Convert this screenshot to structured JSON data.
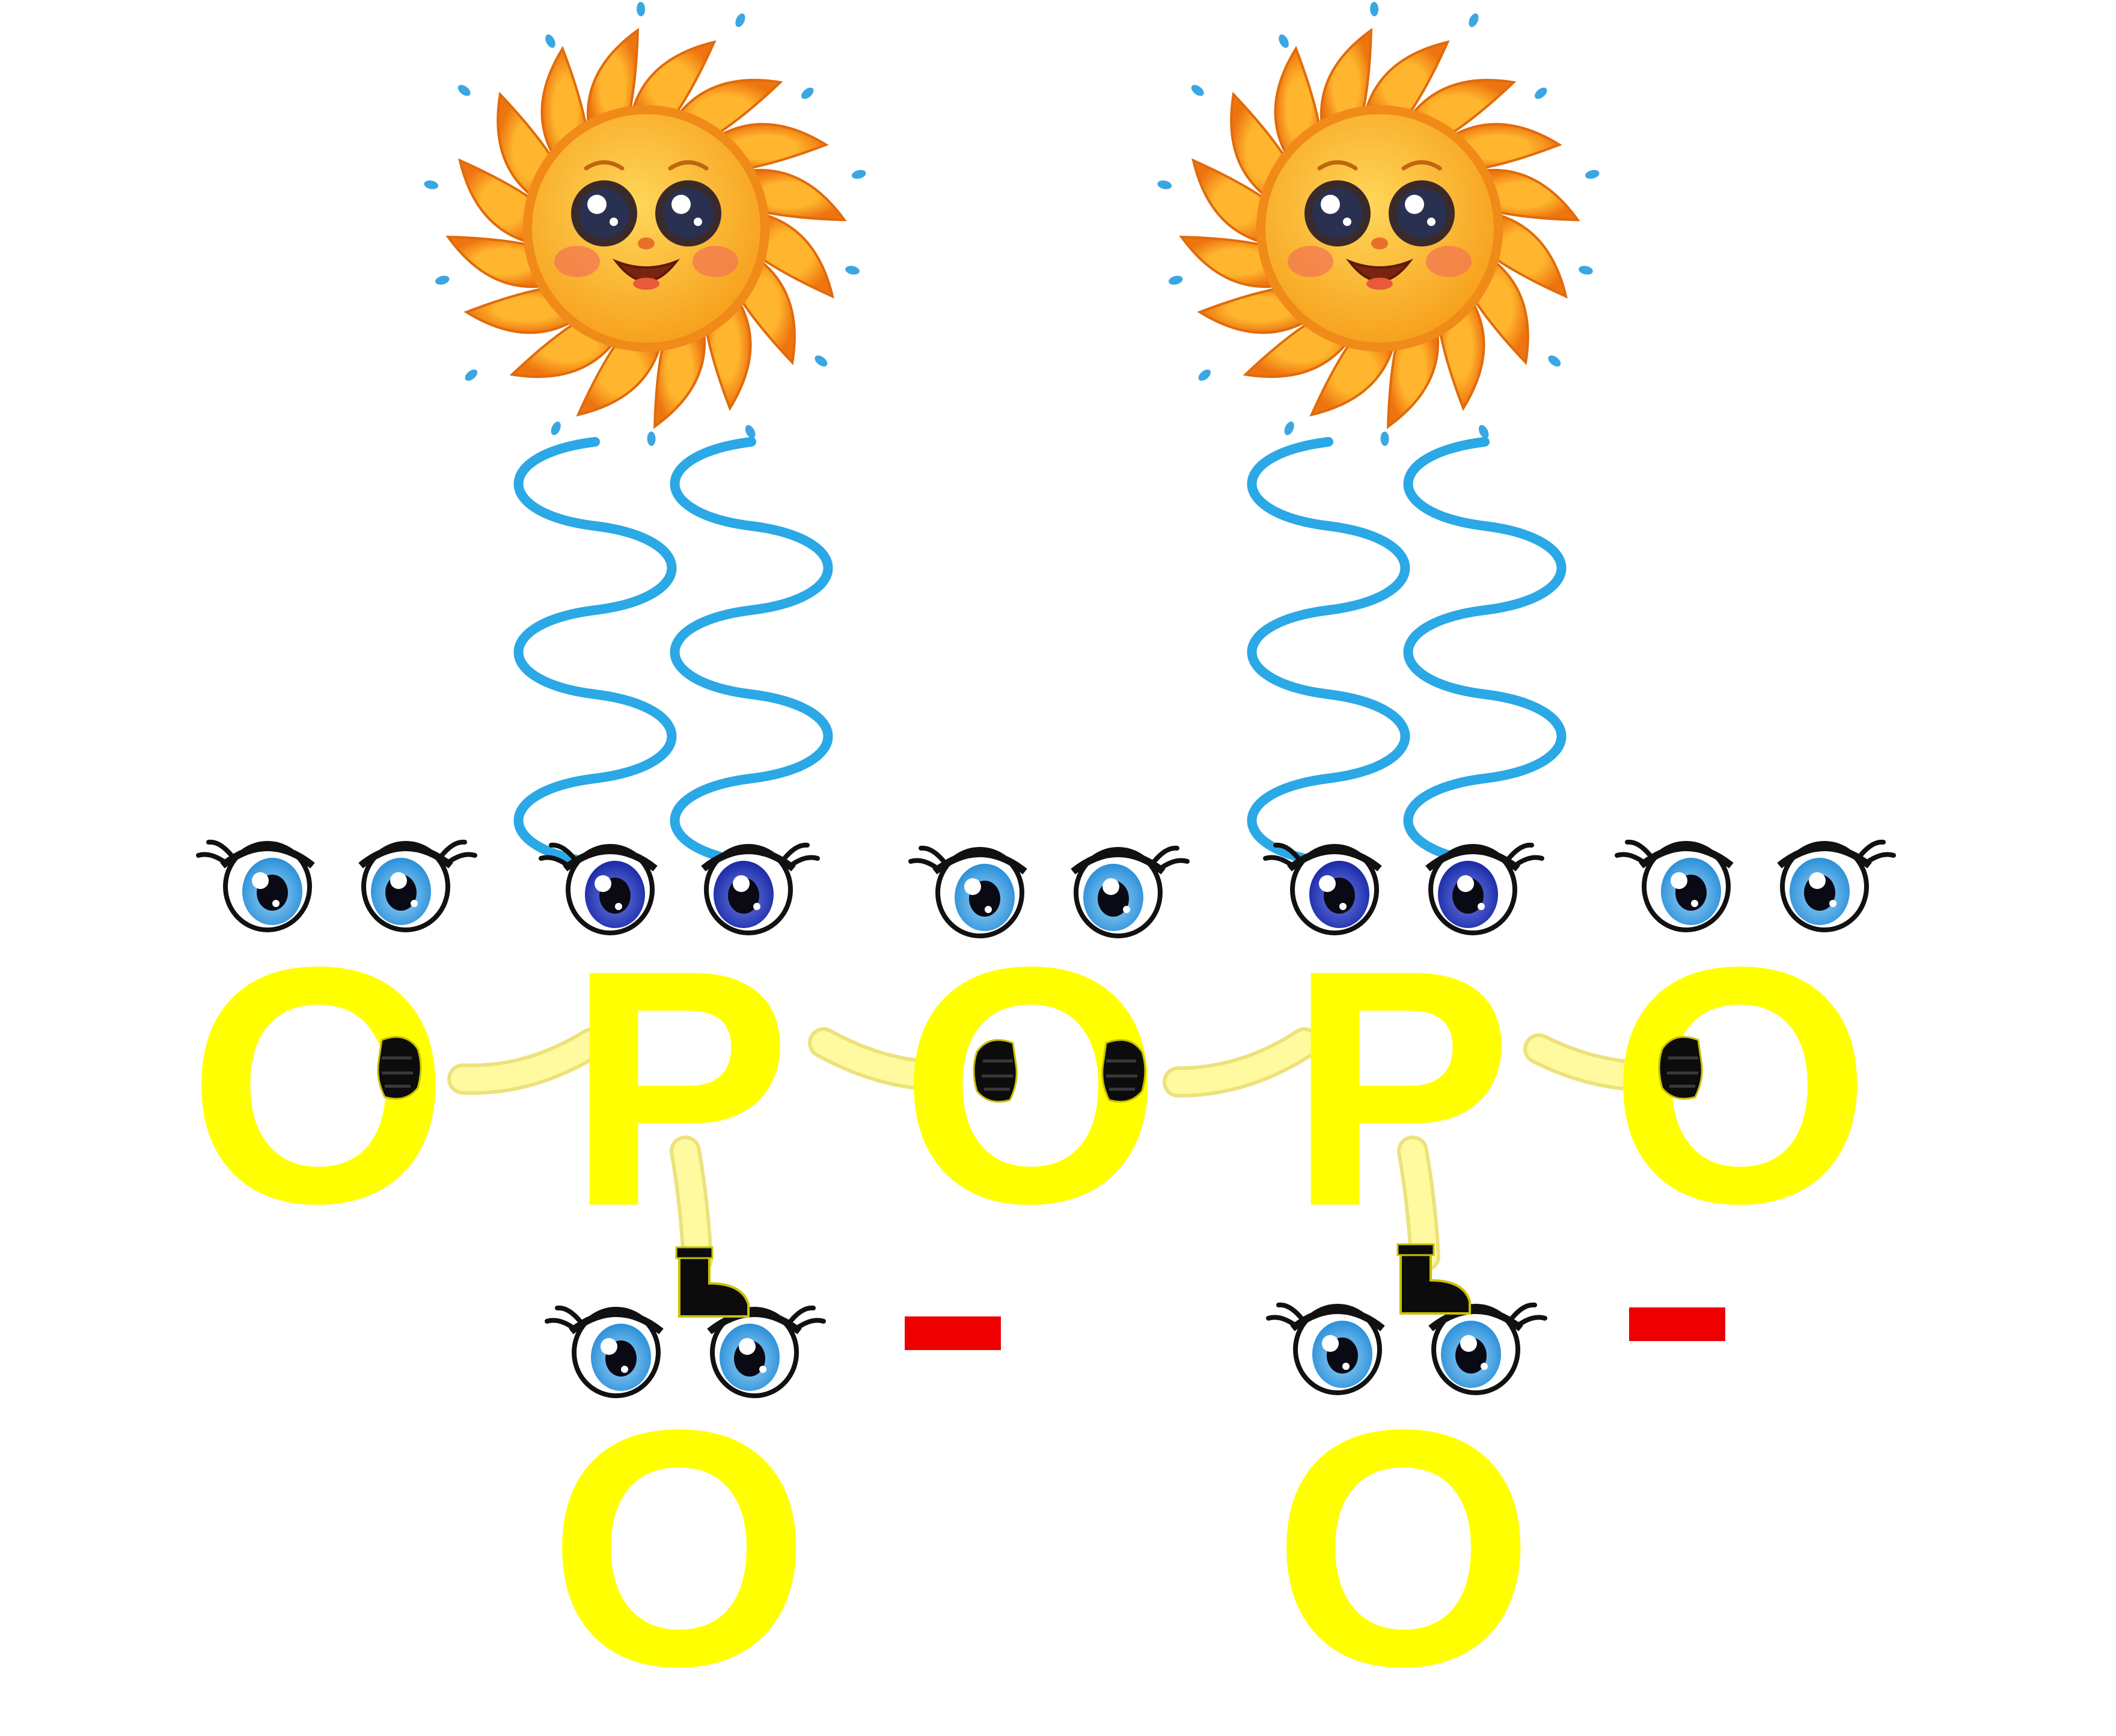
{
  "colors": {
    "atom": "#ffff00",
    "bond": "#fff9a0",
    "wave": "#2ba8e6",
    "charge": "#ee0000",
    "sun_ray": "#f58a0c",
    "sun_face": "#ffb42a",
    "iris_light": "#3b9fe0",
    "iris_dark": "#1d34b8"
  },
  "atoms": [
    {
      "symbol": "O",
      "role": "terminal-oxygen-left"
    },
    {
      "symbol": "P",
      "role": "phosphorus-1"
    },
    {
      "symbol": "O",
      "role": "bridging-oxygen"
    },
    {
      "symbol": "P",
      "role": "phosphorus-2"
    },
    {
      "symbol": "O",
      "role": "terminal-oxygen-right"
    },
    {
      "symbol": "O",
      "role": "charged-oxygen-1"
    },
    {
      "symbol": "O",
      "role": "charged-oxygen-2"
    }
  ],
  "charges": [
    {
      "symbol": "−",
      "on": "charged-oxygen-1"
    },
    {
      "symbol": "−",
      "on": "charged-oxygen-2"
    }
  ],
  "icons": {
    "sun": "smiling-sun-icon",
    "wave": "wavy-line-icon",
    "eyes": "cartoon-eyes-icon",
    "hand": "glove-hand-icon",
    "foot": "boot-icon"
  }
}
